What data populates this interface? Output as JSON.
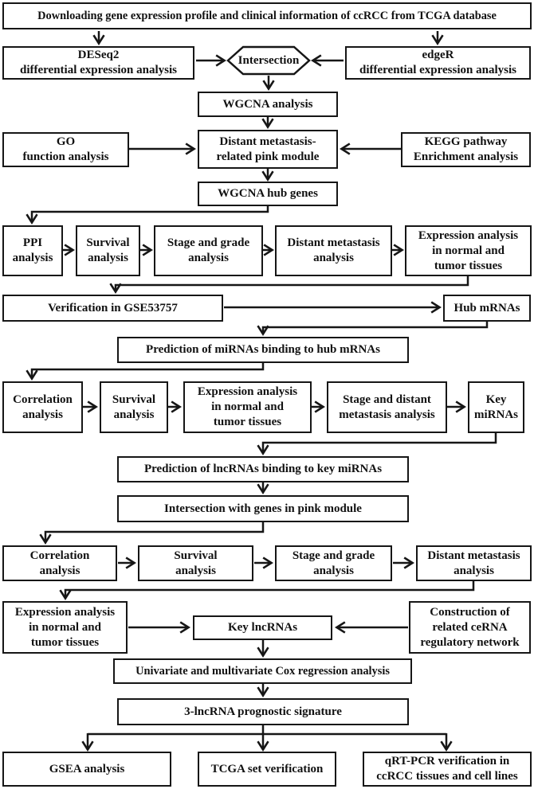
{
  "figure": {
    "type": "flowchart",
    "background_color": "#ffffff",
    "line_color": "#161616",
    "box_fill": "#ffffff"
  },
  "nodes": {
    "title": {
      "label": "Downloading gene expression profile and clinical information of ccRCC from TCGA database"
    },
    "deseq2": {
      "label": "DESeq2\ndifferential expression analysis"
    },
    "intersection": {
      "label": "Intersection"
    },
    "edger": {
      "label": "edgeR\ndifferential expression analysis"
    },
    "wgcna": {
      "label": "WGCNA analysis"
    },
    "go": {
      "label": "GO\nfunction analysis"
    },
    "pink_module": {
      "label": "Distant metastasis-\nrelated pink module"
    },
    "kegg": {
      "label": "KEGG pathway\nEnrichment analysis"
    },
    "hub_genes": {
      "label": "WGCNA hub genes"
    },
    "ppi": {
      "label": "PPI\nanalysis"
    },
    "survival_a": {
      "label": "Survival\nanalysis"
    },
    "stage_grade_a": {
      "label": "Stage and grade\nanalysis"
    },
    "distant_meta_a": {
      "label": "Distant metastasis\nanalysis"
    },
    "expr_a": {
      "label": "Expression analysis\nin normal and\ntumor tissues"
    },
    "verification": {
      "label": "Verification in GSE53757"
    },
    "hub_mrnas": {
      "label": "Hub mRNAs"
    },
    "pred_mirna": {
      "label": "Prediction of miRNAs binding to hub mRNAs"
    },
    "corr_b": {
      "label": "Correlation\nanalysis"
    },
    "survival_b": {
      "label": "Survival\nanalysis"
    },
    "expr_b": {
      "label": "Expression analysis\nin normal and\ntumor tissues"
    },
    "stage_distant_b": {
      "label": "Stage and distant\nmetastasis analysis"
    },
    "key_mirnas": {
      "label": "Key\nmiRNAs"
    },
    "pred_lncrna": {
      "label": "Prediction of lncRNAs binding to key miRNAs"
    },
    "int_pink": {
      "label": "Intersection with genes in pink module"
    },
    "corr_c": {
      "label": "Correlation\nanalysis"
    },
    "survival_c": {
      "label": "Survival\nanalysis"
    },
    "stage_grade_c": {
      "label": "Stage and grade\nanalysis"
    },
    "distant_meta_c": {
      "label": "Distant metastasis\nanalysis"
    },
    "expr_c": {
      "label": "Expression analysis\nin normal and\ntumor tissues"
    },
    "key_lncrnas": {
      "label": "Key lncRNAs"
    },
    "construction": {
      "label": "Construction of\nrelated ceRNA\nregulatory network"
    },
    "univariate": {
      "label": "Univariate and multivariate Cox regression analysis"
    },
    "signature": {
      "label": "3-lncRNA prognostic signature"
    },
    "gsea": {
      "label": "GSEA analysis"
    },
    "tcga": {
      "label": "TCGA set verification"
    },
    "qrtpcr": {
      "label": "qRT-PCR verification in\nccRCC tissues and cell lines"
    }
  }
}
